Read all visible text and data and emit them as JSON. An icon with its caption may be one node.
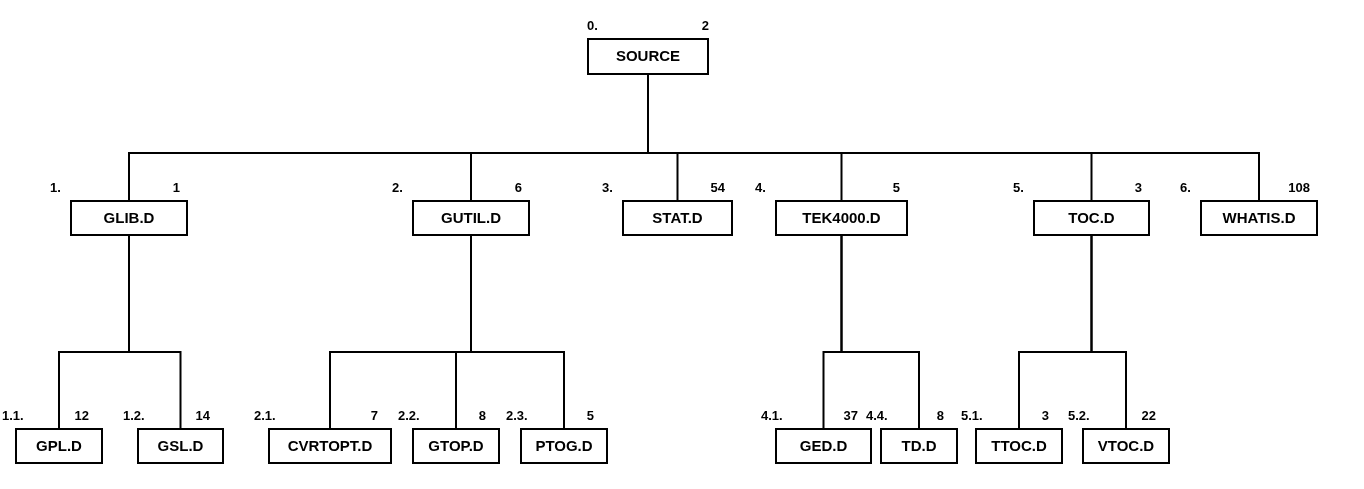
{
  "diagram": {
    "nodes": [
      {
        "text": [
          "SOURCE"
        ],
        "beside": [
          "0.",
          "2"
        ]
      },
      {
        "text": [
          "GLIB.D"
        ],
        "beside": [
          "1.",
          "1"
        ]
      },
      {
        "text": [
          "GUTIL.D"
        ],
        "beside": [
          "2.",
          "6"
        ]
      },
      {
        "text": [
          "STAT.D"
        ],
        "beside": [
          "3.",
          "54"
        ]
      },
      {
        "text": [
          "TEK4000.D"
        ],
        "beside": [
          "4.",
          "5"
        ]
      },
      {
        "text": [
          "TOC.D"
        ],
        "beside": [
          "5.",
          "3"
        ]
      },
      {
        "text": [
          "WHATIS.D"
        ],
        "beside": [
          "6.",
          "108"
        ]
      },
      {
        "text": [
          "GPL.D"
        ],
        "beside": [
          "1.1.",
          "12"
        ]
      },
      {
        "text": [
          "GSL.D"
        ],
        "beside": [
          "1.2.",
          "14"
        ]
      },
      {
        "text": [
          "CVRTOPT.D"
        ],
        "beside": [
          "2.1.",
          "7"
        ]
      },
      {
        "text": [
          "GTOP.D"
        ],
        "beside": [
          "2.2.",
          "8"
        ]
      },
      {
        "text": [
          "PTOG.D"
        ],
        "beside": [
          "2.3.",
          "5"
        ]
      },
      {
        "text": [
          "GED.D"
        ],
        "beside": [
          "4.1.",
          "37"
        ]
      },
      {
        "text": [
          "TD.D"
        ],
        "beside": [
          "4.4.",
          "8"
        ]
      },
      {
        "text": [
          "TTOC.D"
        ],
        "beside": [
          "5.1.",
          "3"
        ]
      },
      {
        "text": [
          "VTOC.D"
        ],
        "beside": [
          "5.2.",
          "22"
        ]
      }
    ],
    "edges": [
      {
        "from": 0,
        "to": 1,
        "arrow": "none"
      },
      {
        "from": 0,
        "to": 2,
        "arrow": "none"
      },
      {
        "from": 0,
        "to": 3,
        "arrow": "none"
      },
      {
        "from": 0,
        "to": 4,
        "arrow": "none"
      },
      {
        "from": 0,
        "to": 5,
        "arrow": "none"
      },
      {
        "from": 0,
        "to": 6,
        "arrow": "none"
      },
      {
        "from": 1,
        "to": 7,
        "arrow": "none"
      },
      {
        "from": 1,
        "to": 8,
        "arrow": "none"
      },
      {
        "from": 2,
        "to": 9,
        "arrow": "none"
      },
      {
        "from": 2,
        "to": 10,
        "arrow": "none"
      },
      {
        "from": 2,
        "to": 11,
        "arrow": "none"
      },
      {
        "from": 4,
        "to": 12,
        "arrow": "none"
      },
      {
        "from": 4,
        "to": 13,
        "arrow": "none"
      },
      {
        "from": 5,
        "to": 14,
        "arrow": "none"
      },
      {
        "from": 5,
        "to": 15,
        "arrow": "none"
      }
    ]
  }
}
